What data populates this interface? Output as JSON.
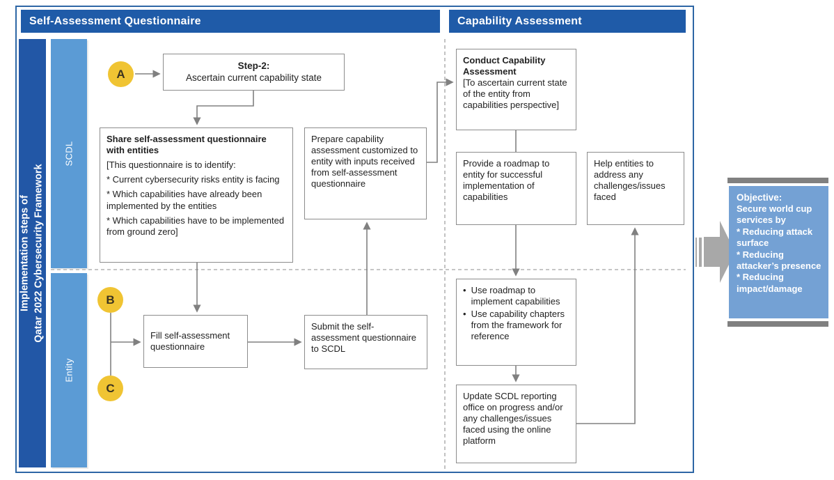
{
  "headers": {
    "left": "Self-Assessment Questionnaire",
    "right": "Capability Assessment"
  },
  "side": {
    "title_line1": "Implementation steps of",
    "title_line2": "Qatar 2022 Cybersecurity Framework",
    "lane_top": "SCDL",
    "lane_bottom": "Entity"
  },
  "markers": {
    "a": "A",
    "b": "B",
    "c": "C"
  },
  "ui": {
    "bullet": "•"
  },
  "boxes": {
    "step2": {
      "title": "Step-2:",
      "body": "Ascertain current capability state"
    },
    "share": {
      "title": "Share self-assessment questionnaire with entities",
      "lines": [
        "[This questionnaire is to identify:",
        "* Current cybersecurity risks entity is facing",
        "* Which capabilities have already been implemented by the entities",
        "* Which capabilities have to be implemented from ground zero]"
      ]
    },
    "prepare": {
      "body": "Prepare capability assessment customized to entity with inputs received from self-assessment questionnaire"
    },
    "conduct": {
      "title": "Conduct Capability Assessment",
      "body": "[To ascertain current state of the entity from capabilities perspective]"
    },
    "provide": {
      "body": "Provide a roadmap to entity for successful implementation of capabilities"
    },
    "help": {
      "body": "Help entities to address any challenges/issues faced"
    },
    "fill": {
      "body": "Fill self-assessment questionnaire"
    },
    "submit": {
      "body": "Submit the self-assessment questionnaire to SCDL"
    },
    "useroadmap": {
      "items": [
        "Use roadmap to implement capabilities",
        "Use capability chapters from the framework for reference"
      ]
    },
    "update": {
      "body": "Update SCDL reporting office on progress and/or any challenges/issues faced using the online platform"
    }
  },
  "objective": {
    "title": "Objective:",
    "lines": [
      "Secure world cup services by",
      "* Reducing attack surface",
      "* Reducing attacker’s presence",
      "* Reducing impact/damage"
    ]
  },
  "colors": {
    "header_bg": "#1f5ba8",
    "sidebar_bg": "#2257a6",
    "lane_bg": "#5b9bd5",
    "circle_bg": "#f0c433",
    "box_border": "#8c8c8c",
    "connector": "#808080",
    "objective_bg": "#74a1d4",
    "cap_gray": "#808080",
    "arrow_gray": "#a8a8a8",
    "outer_border": "#2d66a5"
  }
}
